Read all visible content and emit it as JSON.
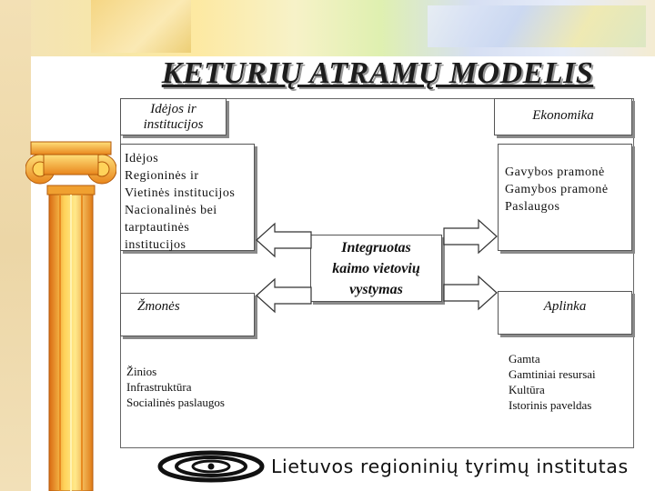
{
  "slide": {
    "title": "KETURIŲ ATRAMŲ MODELIS"
  },
  "diagram": {
    "ideas": {
      "heading_lines": [
        "Idėjos ir",
        "institucijos"
      ],
      "items": [
        "Idėjos",
        "Regioninės ir",
        "Vietinės institucijos",
        "Nacionalinės bei",
        "tarptautinės",
        "institucijos"
      ]
    },
    "economy": {
      "heading": "Ekonomika",
      "items": [
        "Gavybos pramonė",
        "Gamybos pramonė",
        "Paslaugos"
      ]
    },
    "center": {
      "lines": [
        "Integruotas",
        "kaimo vietovių",
        "vystymas"
      ]
    },
    "people": {
      "heading": "Žmonės",
      "items": [
        "Žinios",
        "Infrastruktūra",
        "Socialinės paslaugos"
      ]
    },
    "environment": {
      "heading": "Aplinka",
      "items": [
        "Gamta",
        "Gamtiniai resursai",
        "Kultūra",
        "Istorinis paveldas"
      ]
    }
  },
  "footer": {
    "organization": "Lietuvos regioninių tyrimų institutas"
  }
}
